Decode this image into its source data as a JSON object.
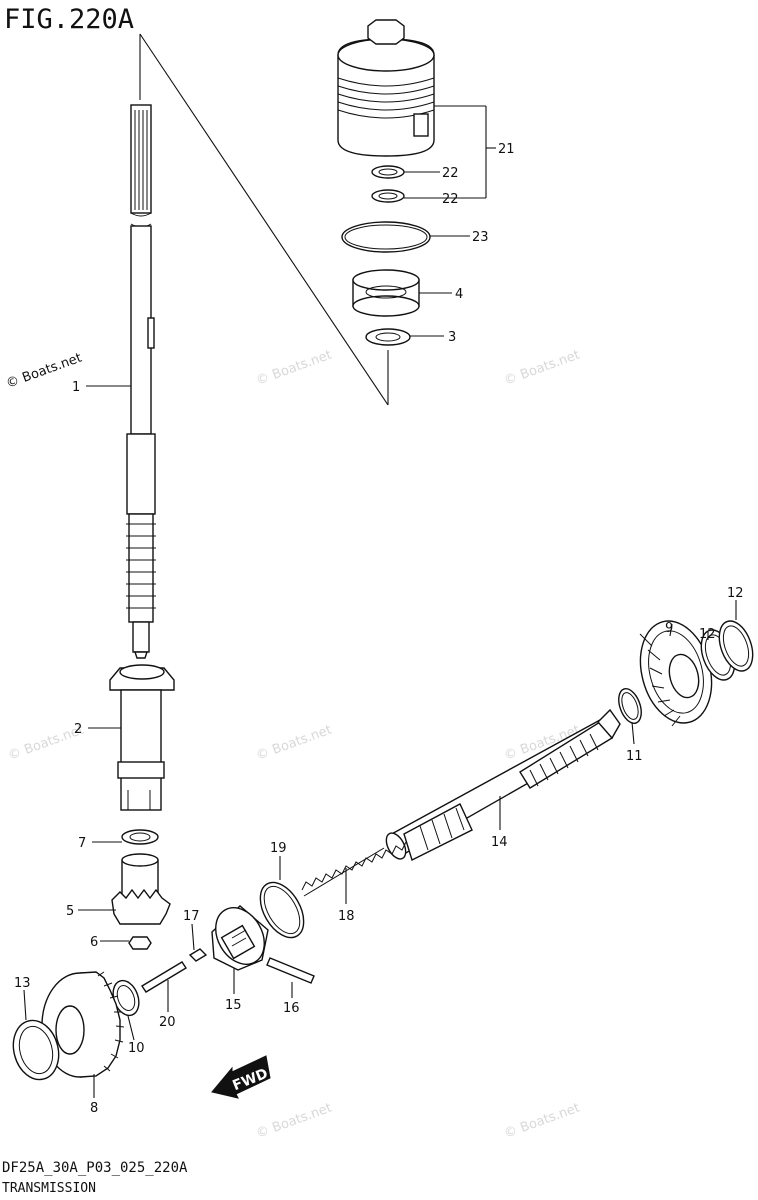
{
  "figure": {
    "title": "FIG.220A"
  },
  "footer": {
    "code": "DF25A_30A_P03_025_220A",
    "name": "TRANSMISSION"
  },
  "watermark": "© Boats.net",
  "fwd_label": "FWD",
  "callouts": [
    "1",
    "2",
    "3",
    "4",
    "5",
    "6",
    "7",
    "8",
    "9",
    "10",
    "11",
    "12",
    "12",
    "13",
    "14",
    "15",
    "16",
    "17",
    "18",
    "19",
    "20",
    "21",
    "22",
    "22",
    "23"
  ]
}
